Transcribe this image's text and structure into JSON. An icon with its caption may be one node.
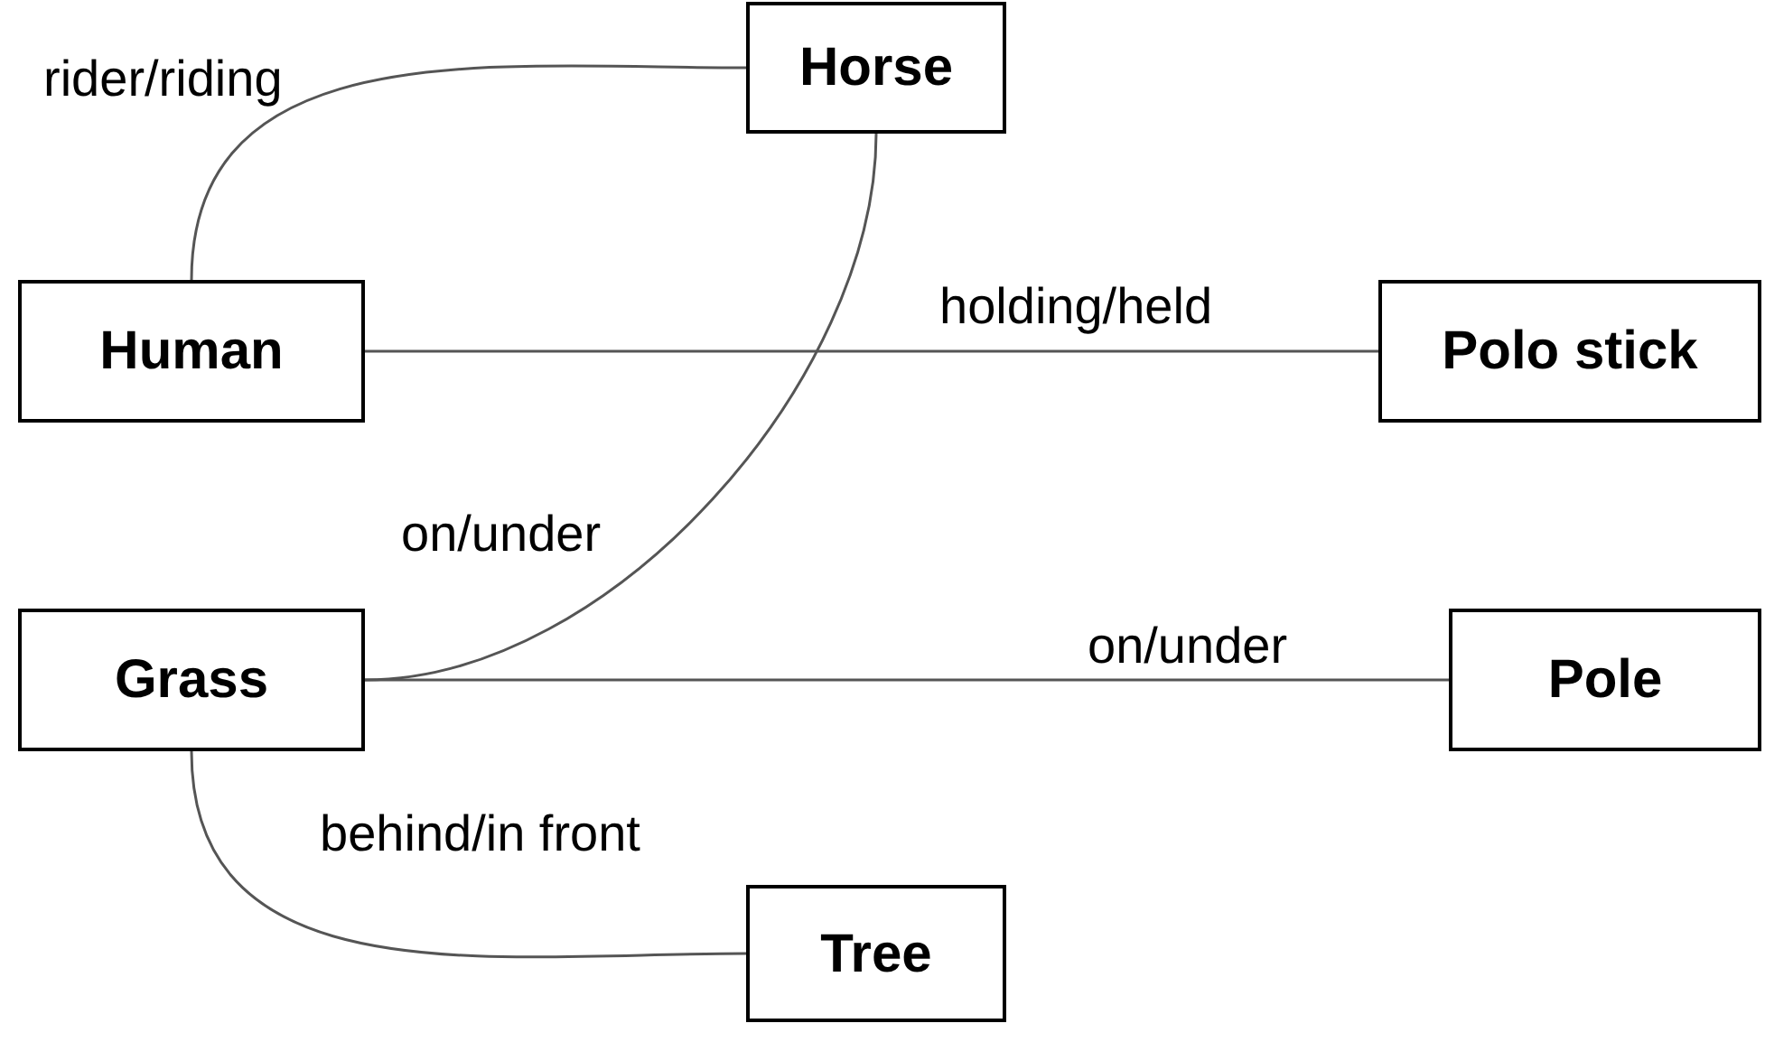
{
  "diagram": {
    "nodes": [
      {
        "text": [
          "Horse"
        ]
      },
      {
        "text": [
          "Human"
        ]
      },
      {
        "text": [
          "Polo stick"
        ]
      },
      {
        "text": [
          "Grass"
        ]
      },
      {
        "text": [
          "Pole"
        ]
      },
      {
        "text": [
          "Tree"
        ]
      }
    ],
    "edges": [
      {
        "from": 1,
        "to": 0,
        "arrow": "none",
        "label": "rider/riding"
      },
      {
        "from": 1,
        "to": 2,
        "arrow": "none",
        "label": "holding/held"
      },
      {
        "from": 0,
        "to": 3,
        "arrow": "none",
        "label": "on/under"
      },
      {
        "from": 3,
        "to": 4,
        "arrow": "none",
        "label": "on/under"
      },
      {
        "from": 3,
        "to": 5,
        "arrow": "none",
        "label": "behind/in front"
      }
    ]
  }
}
